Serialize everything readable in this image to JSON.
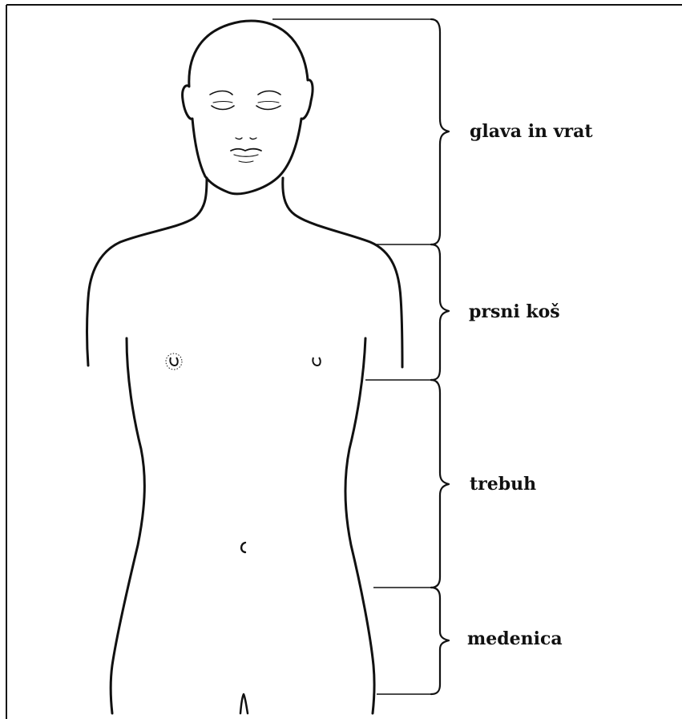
{
  "regions": [
    {
      "id": "head_neck",
      "label": "glava in vrat"
    },
    {
      "id": "chest",
      "label": "prsni koš"
    },
    {
      "id": "abdomen",
      "label": "trebuh"
    },
    {
      "id": "pelvis",
      "label": "medenica"
    }
  ],
  "colors": {
    "line": "#111111",
    "background": "#ffffff"
  }
}
